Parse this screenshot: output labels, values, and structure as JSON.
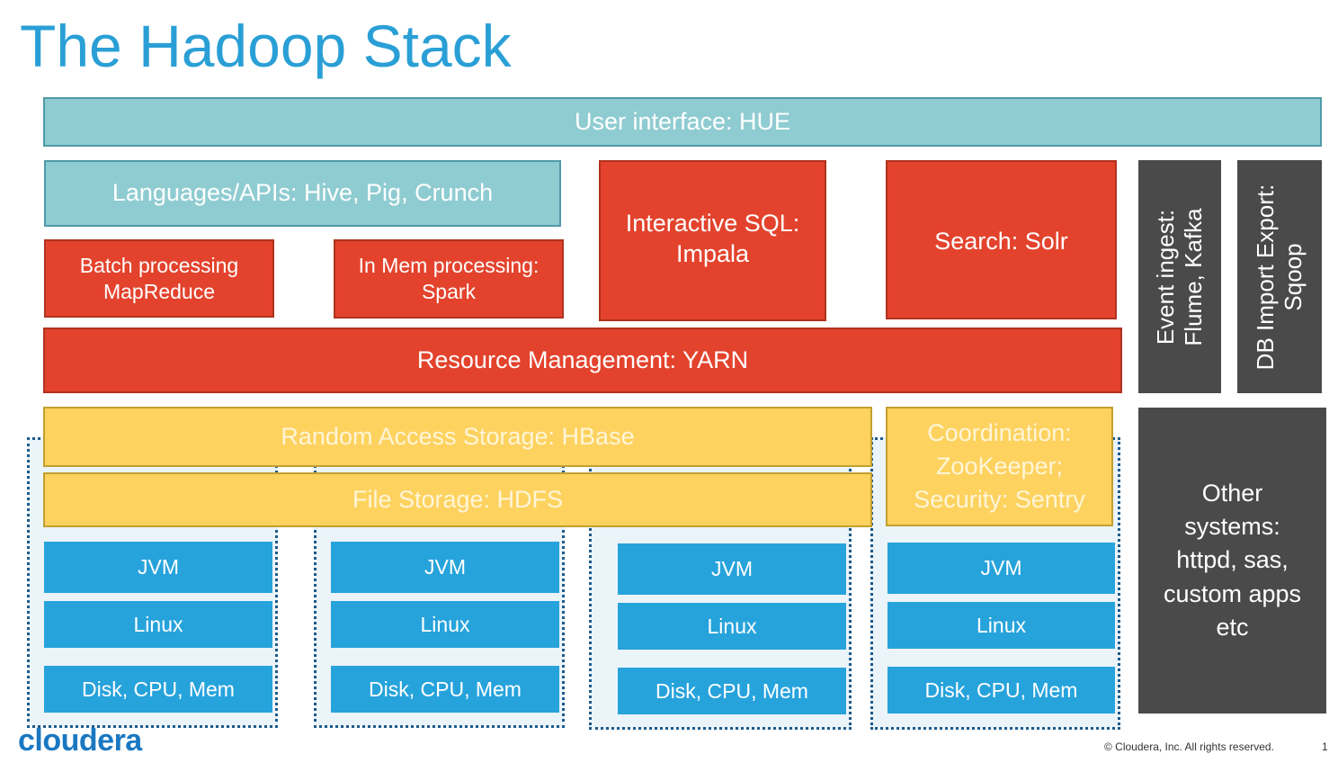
{
  "title": "The Hadoop Stack",
  "layers": {
    "ui": "User interface: HUE",
    "languages": "Languages/APIs: Hive, Pig, Crunch",
    "batch": "Batch processing\nMapReduce",
    "inmem": "In Mem processing:\nSpark",
    "sql": "Interactive SQL:\nImpala",
    "search": "Search: Solr",
    "event": "Event ingest:\nFlume, Kafka",
    "dbimport": "DB Import Export:\nSqoop",
    "yarn": "Resource Management: YARN",
    "hbase": "Random Access Storage: HBase",
    "hdfs": "File Storage: HDFS",
    "coordination": "Coordination:\nZooKeeper;\nSecurity: Sentry",
    "other": "Other\nsystems:\nhttpd, sas,\ncustom apps\netc"
  },
  "nodes": [
    {
      "jvm": "JVM",
      "linux": "Linux",
      "hw": "Disk, CPU, Mem"
    },
    {
      "jvm": "JVM",
      "linux": "Linux",
      "hw": "Disk, CPU, Mem"
    },
    {
      "jvm": "JVM",
      "linux": "Linux",
      "hw": "Disk, CPU, Mem"
    },
    {
      "jvm": "JVM",
      "linux": "Linux",
      "hw": "Disk, CPU, Mem"
    }
  ],
  "footer": {
    "logo": "cloudera",
    "copyright": "© Cloudera, Inc. All rights reserved.",
    "page": "1"
  },
  "colors": {
    "title": "#2a9fd6",
    "teal": "#8fccd1",
    "red": "#e3432d",
    "yellow": "#fdd25f",
    "gray": "#4a4a4a",
    "blue": "#27a3dc"
  }
}
